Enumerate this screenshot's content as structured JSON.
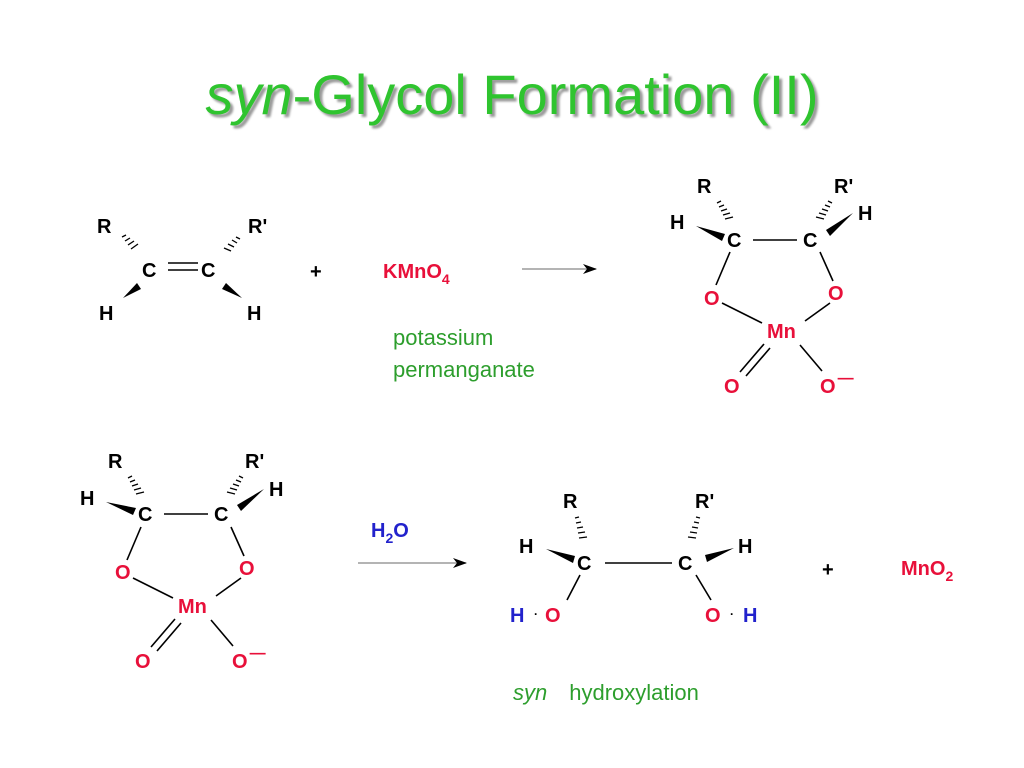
{
  "title": {
    "italic": "syn",
    "rest": "-Glycol Formation (II)"
  },
  "reaction1": {
    "alkene": {
      "R": "R",
      "R2": "R'",
      "C": "C",
      "H": "H"
    },
    "plus": "+",
    "reagent": {
      "main": "KMnO",
      "sub": "4"
    },
    "reagent_name": [
      "potassium",
      "permanganate"
    ],
    "product": {
      "R": "R",
      "R2": "R'",
      "H": "H",
      "C": "C",
      "O": "O",
      "Mn": "Mn",
      "Ominus": "O",
      "minus": "—"
    }
  },
  "reaction2": {
    "reactant": {
      "R": "R",
      "R2": "R'",
      "H": "H",
      "C": "C",
      "O": "O",
      "Mn": "Mn",
      "Ominus": "O",
      "minus": "—"
    },
    "reagent": {
      "H": "H",
      "sub": "2",
      "O": "O"
    },
    "product": {
      "R": "R",
      "R2": "R'",
      "H": "H",
      "C": "C",
      "O": "O",
      "dot": "·"
    },
    "plus": "+",
    "byproduct": {
      "main": "MnO",
      "sub": "2"
    },
    "caption": {
      "italic": "syn",
      "rest": "hydroxylation"
    }
  },
  "colors": {
    "title": "#2fc42f",
    "oxygen": "#e8103a",
    "blue_atoms": "#2222cc",
    "caption": "#2d9e2d",
    "arrow": "#888888"
  }
}
